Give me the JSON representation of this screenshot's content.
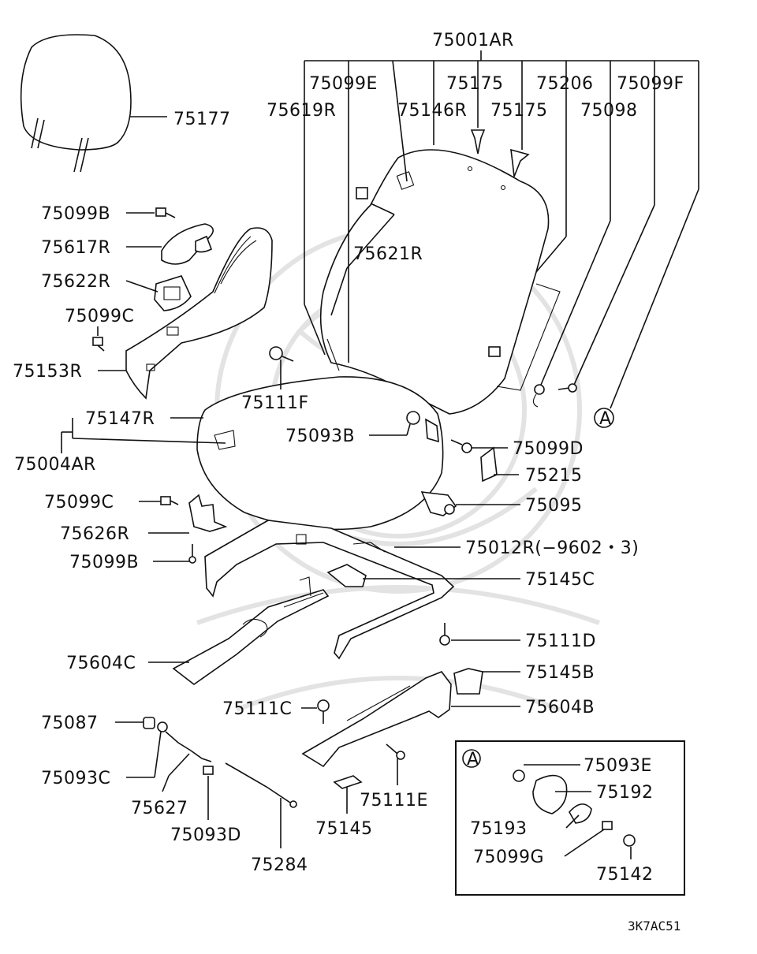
{
  "diagram": {
    "callout_A": "A",
    "reference_code": "3K7AC51",
    "labels": {
      "p75001AR": "75001AR",
      "p75099E": "75099E",
      "p75175a": "75175",
      "p75206": "75206",
      "p75099F": "75099F",
      "p75619R": "75619R",
      "p75146R": "75146R",
      "p75175b": "75175",
      "p75098": "75098",
      "p75177": "75177",
      "p75099B_top": "75099B",
      "p75617R": "75617R",
      "p75621R": "75621R",
      "p75622R": "75622R",
      "p75099C_top": "75099C",
      "p75153R": "75153R",
      "p75111F": "75111F",
      "p75147R": "75147R",
      "p75093B": "75093B",
      "p75004AR": "75004AR",
      "p75099D": "75099D",
      "p75215": "75215",
      "p75099C_mid": "75099C",
      "p75095": "75095",
      "p75626R": "75626R",
      "p75012R": "75012R(−9602・3)",
      "p75099B_mid": "75099B",
      "p75145C": "75145C",
      "p75111D": "75111D",
      "p75604C": "75604C",
      "p75145B": "75145B",
      "p75111C": "75111C",
      "p75604B": "75604B",
      "p75087": "75087",
      "p75093E": "75093E",
      "p75192": "75192",
      "p75093C": "75093C",
      "p75111E": "75111E",
      "p75627": "75627",
      "p75193": "75193",
      "p75145": "75145",
      "p75093D": "75093D",
      "p75099G": "75099G",
      "p75142": "75142",
      "p75284": "75284"
    }
  }
}
